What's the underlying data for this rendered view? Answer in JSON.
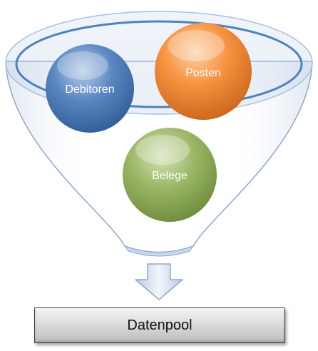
{
  "funnel": {
    "items": [
      {
        "label": "Debitoren",
        "color": "#4f81bd"
      },
      {
        "label": "Posten",
        "color": "#f79646"
      },
      {
        "label": "Belege",
        "color": "#9bbb59"
      }
    ],
    "rim_color": "#4f81bd"
  },
  "arrow": {
    "direction": "down"
  },
  "output": {
    "label": "Datenpool"
  }
}
